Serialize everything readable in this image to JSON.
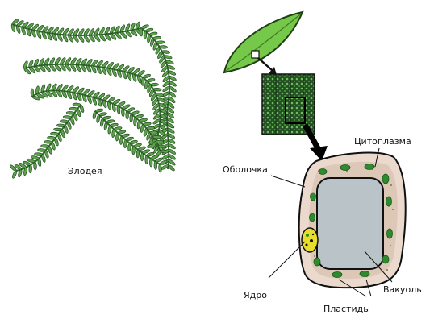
{
  "labels": {
    "elodea": "Элодея",
    "cytoplasm": "Цитоплазма",
    "membrane": "Оболочка",
    "nucleus": "Ядро",
    "vacuole": "Вакуоль",
    "plastids": "Пластиды",
    "watermark": "..."
  },
  "colors": {
    "leaf_green": "#76c84a",
    "plant_green": "#2f6b2a",
    "cytoplasm_fill": "#ead9cc",
    "vacuole_fill": "#b9c3c8",
    "plastid_green": "#2e8b2e",
    "nucleus_yellow": "#e8dd2a",
    "tissue_green": "#3b7a3b"
  }
}
